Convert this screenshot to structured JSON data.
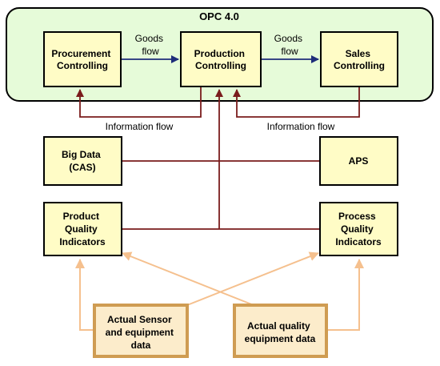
{
  "container": {
    "title": "OPC 4.0"
  },
  "nodes": {
    "procurement": {
      "lines": [
        "Procurement",
        "Controlling"
      ]
    },
    "production": {
      "lines": [
        "Production",
        "Controlling"
      ]
    },
    "sales": {
      "lines": [
        "Sales",
        "Controlling"
      ]
    },
    "bigdata": {
      "lines": [
        "Big Data",
        "(CAS)"
      ]
    },
    "aps": {
      "lines": [
        "APS"
      ]
    },
    "product_quality": {
      "lines": [
        "Product",
        "Quality",
        "Indicators"
      ]
    },
    "process_quality": {
      "lines": [
        "Process",
        "Quality",
        "Indicators"
      ]
    },
    "sensor_data": {
      "lines": [
        "Actual Sensor",
        "and equipment",
        "data"
      ]
    },
    "quality_data": {
      "lines": [
        "Actual quality",
        "equipment data"
      ]
    }
  },
  "edge_labels": {
    "goods_flow_1": [
      "Goods",
      "flow"
    ],
    "goods_flow_2": [
      "Goods",
      "flow"
    ],
    "info_flow_1": "Information flow",
    "info_flow_2": "Information flow"
  },
  "colors": {
    "container_fill": "#e6fbd9",
    "node_fill": "#fffcc6",
    "source_fill": "#fceccb",
    "source_border": "#cf9c52",
    "goods_arrow": "#1e2d7a",
    "info_arrow": "#7a1c1c",
    "data_arrow": "#f5c08e"
  }
}
